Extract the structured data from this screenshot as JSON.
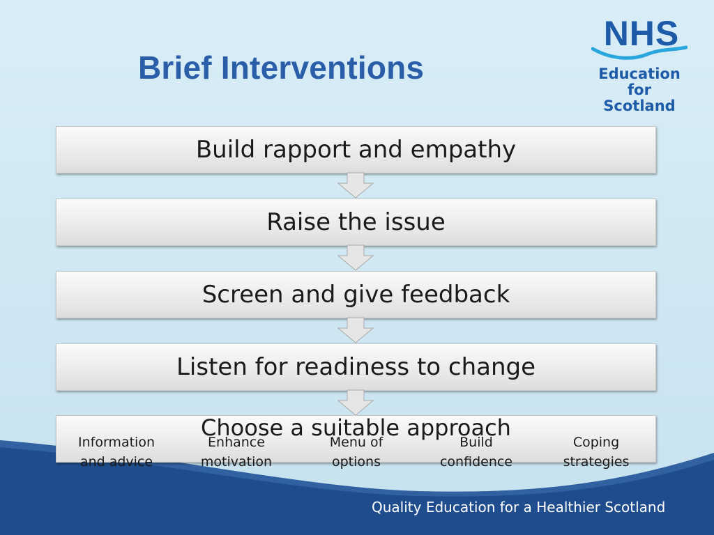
{
  "slide": {
    "title": "Brief Interventions",
    "footer": "Quality Education for a Healthier Scotland"
  },
  "logo": {
    "nhs": "NHS",
    "line1": "Education",
    "line2": "for",
    "line3": "Scotland"
  },
  "steps": [
    {
      "label": "Build rapport and empathy"
    },
    {
      "label": "Raise the issue"
    },
    {
      "label": "Screen and give feedback"
    },
    {
      "label": "Listen for readiness to change"
    }
  ],
  "approach": {
    "title": "Choose a suitable approach",
    "options": [
      {
        "line1": "Information",
        "line2": "and advice"
      },
      {
        "line1": "Enhance",
        "line2": "motivation"
      },
      {
        "line1": "Menu of",
        "line2": "options"
      },
      {
        "line1": "Build",
        "line2": "confidence"
      },
      {
        "line1": "Coping",
        "line2": "strategies"
      }
    ]
  },
  "colors": {
    "title": "#2a5ea8",
    "brand_blue": "#1d5aa8",
    "wave_dark": "#1e4c8c",
    "wave_light": "#3f6fb0"
  }
}
